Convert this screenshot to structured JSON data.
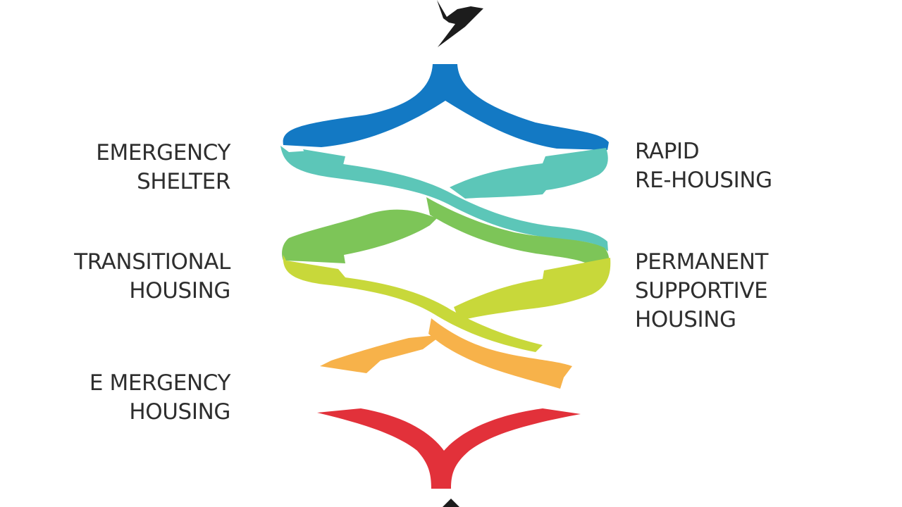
{
  "colors": {
    "blue": "#1379c4",
    "teal": "#5cc6b8",
    "green": "#7dc558",
    "yellow_green": "#c8d83a",
    "orange": "#f7b24a",
    "red": "#e2313a",
    "icon": "#1c1c1c",
    "text": "#2e2e2e"
  },
  "icons": {
    "top": "lightning-bolt-icon",
    "bottom": "arrow-up-icon"
  },
  "labels": {
    "emergency_shelter": [
      "EMERGENCY",
      "SHELTER"
    ],
    "rapid_rehousing": [
      "RAPID",
      "RE-HOUSING"
    ],
    "transitional_housing": [
      "TRANSITIONAL",
      "HOUSING"
    ],
    "permanent_supportive_housing": [
      "PERMANENT",
      "SUPPORTIVE",
      "HOUSING"
    ],
    "emergency_housing": [
      "E MERGENCY",
      "HOUSING"
    ]
  }
}
